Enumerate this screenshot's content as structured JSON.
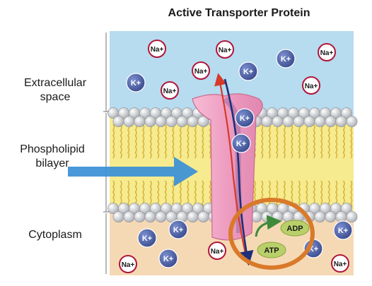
{
  "title": "Active Transporter Protein",
  "labels": {
    "extracellular": [
      "Extracellular",
      "space"
    ],
    "bilayer": [
      "Phospholipid",
      "bilayer"
    ],
    "cytoplasm": "Cytoplasm"
  },
  "ions": {
    "na": "Na+",
    "k": "K+"
  },
  "molecules": {
    "adp": "ADP",
    "atp": "ATP"
  },
  "colors": {
    "extracellular": "#b7dbef",
    "cytoplasm": "#f5d9b5",
    "lipid_tails": "#f6eb8f",
    "protein": "#f2a6c6",
    "na_ring": "#b0163a",
    "k_fill": "#4e63a8",
    "arrow_blue": "#3a8fd6",
    "atp_ring": "#d9792a",
    "atp_fill": "#b9d06a"
  }
}
